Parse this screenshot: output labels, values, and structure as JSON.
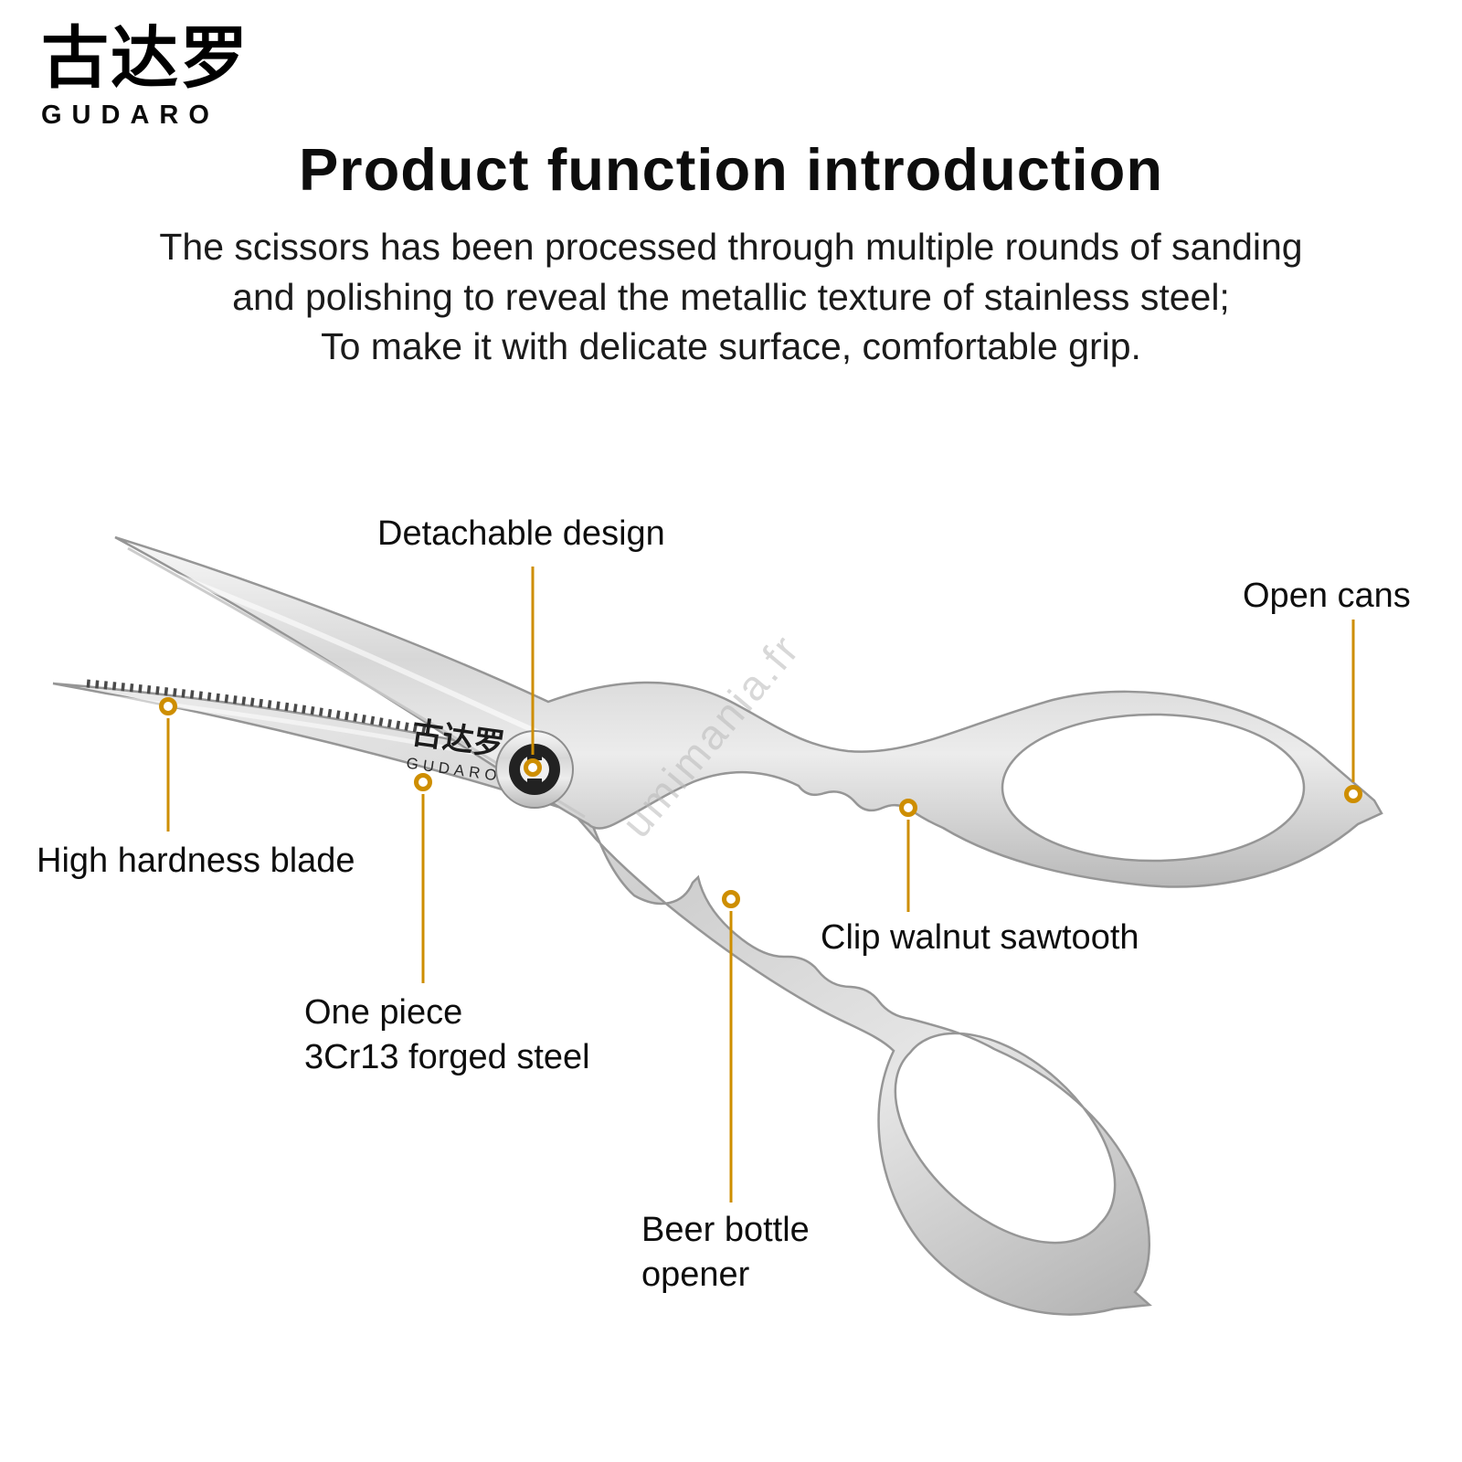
{
  "brand": {
    "logo_cn": "古达罗",
    "logo_en": "GUDARO"
  },
  "header": {
    "title": "Product function introduction",
    "description_lines": [
      "The scissors has been processed through multiple rounds of sanding",
      "and polishing to reveal the metallic texture of stainless steel;",
      "To make it with delicate surface, comfortable grip."
    ]
  },
  "scissors": {
    "blade_logo_cn": "古达罗",
    "blade_logo_en": "GUDARO"
  },
  "callouts": {
    "detachable": {
      "label": "Detachable design"
    },
    "open_cans": {
      "label": "Open cans"
    },
    "high_hardness": {
      "label": "High hardness blade"
    },
    "one_piece": {
      "line1": "One piece",
      "line2": "3Cr13 forged steel"
    },
    "clip_walnut": {
      "label": "Clip walnut sawtooth"
    },
    "beer_opener": {
      "line1": "Beer bottle",
      "line2": "opener"
    }
  },
  "watermark": "umimania.fr",
  "colors": {
    "accent": "#CE8E00",
    "text": "#111111",
    "steel_light": "#f5f5f5",
    "steel_dark": "#bfbfbf"
  }
}
